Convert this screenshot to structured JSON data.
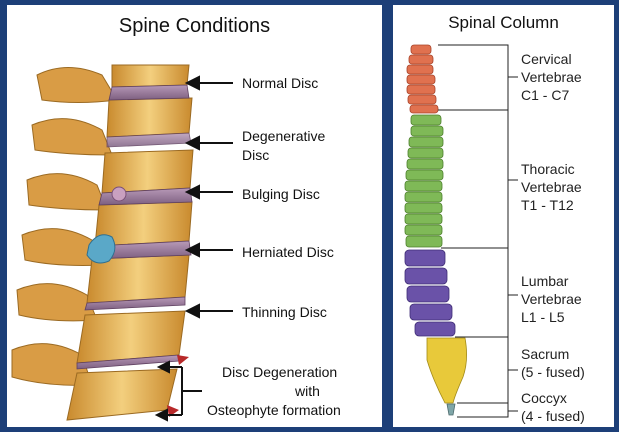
{
  "left": {
    "title": "Spine Conditions",
    "labels": {
      "normal": "Normal Disc",
      "degenerative_1": "Degenerative",
      "degenerative_2": "Disc",
      "bulging": "Bulging Disc",
      "herniated": "Herniated Disc",
      "thinning": "Thinning Disc",
      "osteo_1": "Disc Degeneration",
      "osteo_2": "with",
      "osteo_3": "Osteophyte formation"
    }
  },
  "right": {
    "title": "Spinal Column",
    "sections": {
      "cervical": [
        "Cervical",
        "Vertebrae",
        "C1 - C7"
      ],
      "thoracic": [
        "Thoracic",
        "Vertebrae",
        "T1 - T12"
      ],
      "lumbar": [
        "Lumbar",
        "Vertebrae",
        "L1 - L5"
      ],
      "sacrum": [
        "Sacrum",
        "(5 - fused)"
      ],
      "coccyx": [
        "Coccyx",
        "(4 - fused)"
      ]
    }
  },
  "colors": {
    "background": "#1d3f78",
    "bone": "#e8b45a",
    "disc": "#9a7a9a",
    "cervical": "#e0714f",
    "thoracic": "#7fb957",
    "lumbar": "#6a52a8",
    "sacrum": "#e8c93a",
    "herniation": "#5aa8c8"
  }
}
